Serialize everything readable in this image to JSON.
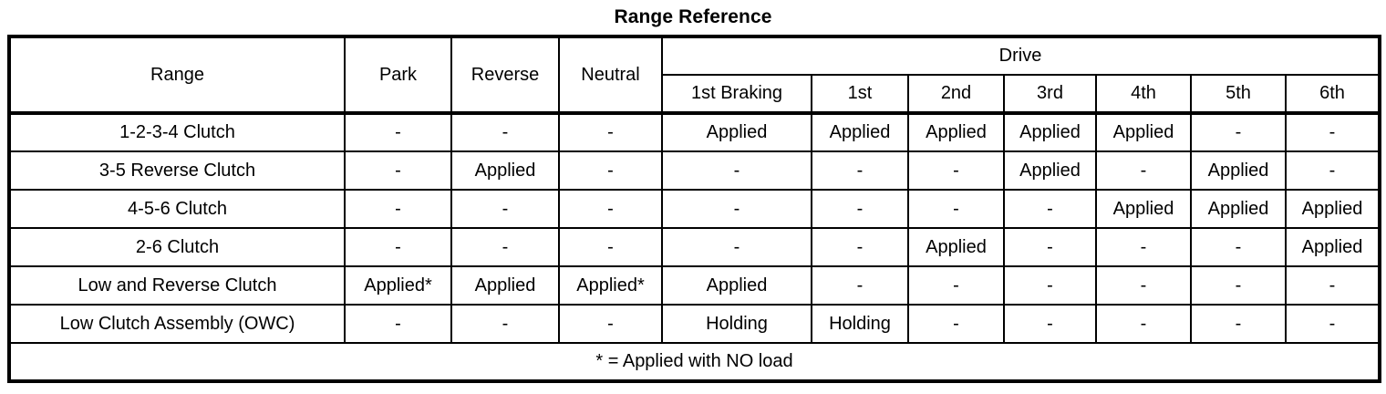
{
  "document": {
    "title": "Range Reference"
  },
  "table": {
    "group_header": {
      "range_label": "Range",
      "park_label": "Park",
      "reverse_label": "Reverse",
      "neutral_label": "Neutral",
      "drive_label": "Drive"
    },
    "drive_subheaders": [
      "1st Braking",
      "1st",
      "2nd",
      "3rd",
      "4th",
      "5th",
      "6th"
    ],
    "columns": [
      "Range",
      "Park",
      "Reverse",
      "Neutral",
      "1st Braking",
      "1st",
      "2nd",
      "3rd",
      "4th",
      "5th",
      "6th"
    ],
    "rows": [
      {
        "label": "1-2-3-4 Clutch",
        "cells": [
          "-",
          "-",
          "-",
          "Applied",
          "Applied",
          "Applied",
          "Applied",
          "Applied",
          "-",
          "-"
        ]
      },
      {
        "label": "3-5 Reverse Clutch",
        "cells": [
          "-",
          "Applied",
          "-",
          "-",
          "-",
          "-",
          "Applied",
          "-",
          "Applied",
          "-"
        ]
      },
      {
        "label": "4-5-6 Clutch",
        "cells": [
          "-",
          "-",
          "-",
          "-",
          "-",
          "-",
          "-",
          "Applied",
          "Applied",
          "Applied"
        ]
      },
      {
        "label": "2-6 Clutch",
        "cells": [
          "-",
          "-",
          "-",
          "-",
          "-",
          "Applied",
          "-",
          "-",
          "-",
          "Applied"
        ]
      },
      {
        "label": "Low and Reverse Clutch",
        "cells": [
          "Applied*",
          "Applied",
          "Applied*",
          "Applied",
          "-",
          "-",
          "-",
          "-",
          "-",
          "-"
        ]
      },
      {
        "label": "Low Clutch Assembly (OWC)",
        "cells": [
          "-",
          "-",
          "-",
          "Holding",
          "Holding",
          "-",
          "-",
          "-",
          "-",
          "-"
        ]
      }
    ],
    "footnote": "* = Applied with NO load"
  },
  "chart_data": {
    "type": "table",
    "title": "Range Reference",
    "columns": [
      "Range",
      "Park",
      "Reverse",
      "Neutral",
      "1st Braking",
      "1st",
      "2nd",
      "3rd",
      "4th",
      "5th",
      "6th"
    ],
    "column_group": {
      "Drive": [
        "1st Braking",
        "1st",
        "2nd",
        "3rd",
        "4th",
        "5th",
        "6th"
      ]
    },
    "rows": [
      [
        "1-2-3-4 Clutch",
        "-",
        "-",
        "-",
        "Applied",
        "Applied",
        "Applied",
        "Applied",
        "Applied",
        "-",
        "-"
      ],
      [
        "3-5 Reverse Clutch",
        "-",
        "Applied",
        "-",
        "-",
        "-",
        "-",
        "Applied",
        "-",
        "Applied",
        "-"
      ],
      [
        "4-5-6 Clutch",
        "-",
        "-",
        "-",
        "-",
        "-",
        "-",
        "-",
        "Applied",
        "Applied",
        "Applied"
      ],
      [
        "2-6 Clutch",
        "-",
        "-",
        "-",
        "-",
        "-",
        "Applied",
        "-",
        "-",
        "-",
        "Applied"
      ],
      [
        "Low and Reverse Clutch",
        "Applied*",
        "Applied",
        "Applied*",
        "Applied",
        "-",
        "-",
        "-",
        "-",
        "-",
        "-"
      ],
      [
        "Low Clutch Assembly (OWC)",
        "-",
        "-",
        "-",
        "Holding",
        "Holding",
        "-",
        "-",
        "-",
        "-",
        "-"
      ]
    ],
    "footnote": "* = Applied with NO load"
  }
}
